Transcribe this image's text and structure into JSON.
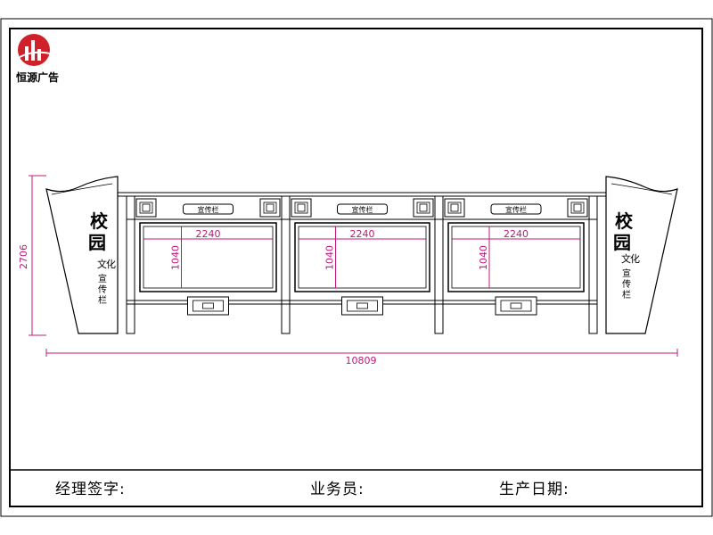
{
  "brand": {
    "name": "恒源广告",
    "logo_color": "#d0202a"
  },
  "drawing": {
    "side_panel_text": {
      "title_chars": [
        "校",
        "园"
      ],
      "subtitle_chars": [
        "文",
        "化",
        "宣",
        "传",
        "栏"
      ]
    },
    "plaque_text": "宣传栏",
    "dimensions": {
      "total_width": "10809",
      "total_height": "2706",
      "panel_width": "2240",
      "panel_height": "1040"
    },
    "dimension_color": "#c0187a"
  },
  "footer": {
    "manager_signature": "经理签字:",
    "salesperson": "业务员:",
    "production_date": "生产日期:"
  }
}
